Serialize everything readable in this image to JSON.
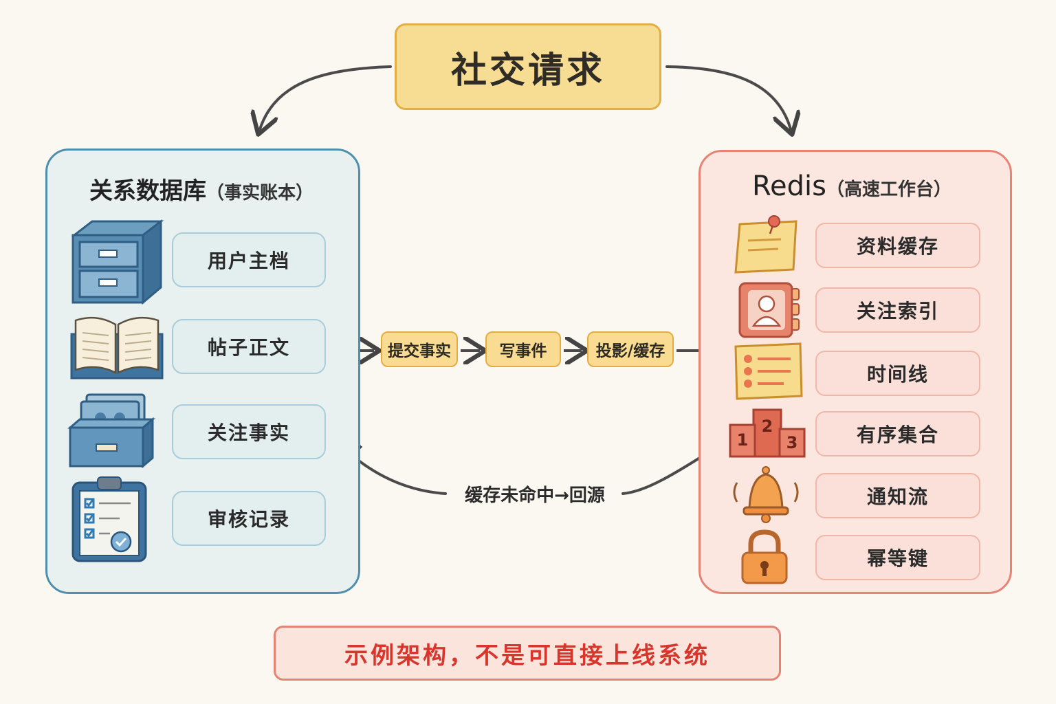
{
  "top": {
    "title": "社交请求"
  },
  "db": {
    "title": "关系数据库",
    "subtitle": "（事实账本）",
    "items": [
      {
        "label": "用户主档",
        "icon": "file-cabinet-icon"
      },
      {
        "label": "帖子正文",
        "icon": "open-book-icon"
      },
      {
        "label": "关注事实",
        "icon": "people-box-icon"
      },
      {
        "label": "审核记录",
        "icon": "clipboard-checklist-icon"
      }
    ]
  },
  "redis": {
    "title": "Redis",
    "subtitle": "（高速工作台）",
    "items": [
      {
        "label": "资料缓存",
        "icon": "sticky-note-icon"
      },
      {
        "label": "关注索引",
        "icon": "contact-book-icon"
      },
      {
        "label": "时间线",
        "icon": "list-card-icon"
      },
      {
        "label": "有序集合",
        "icon": "podium-icon"
      },
      {
        "label": "通知流",
        "icon": "bell-icon"
      },
      {
        "label": "幂等键",
        "icon": "padlock-icon"
      }
    ]
  },
  "flow": {
    "forward": [
      "提交事实",
      "写事件",
      "投影/缓存"
    ],
    "backward_label": "缓存未命中→回源"
  },
  "podium": {
    "first": "2",
    "second": "1",
    "third": "3"
  },
  "footer": {
    "note": "示例架构，不是可直接上线系统"
  },
  "colors": {
    "db_border": "#4f8fae",
    "redis_border": "#e58475",
    "request_fill": "#f7dc93",
    "warning_text": "#d8352c"
  }
}
